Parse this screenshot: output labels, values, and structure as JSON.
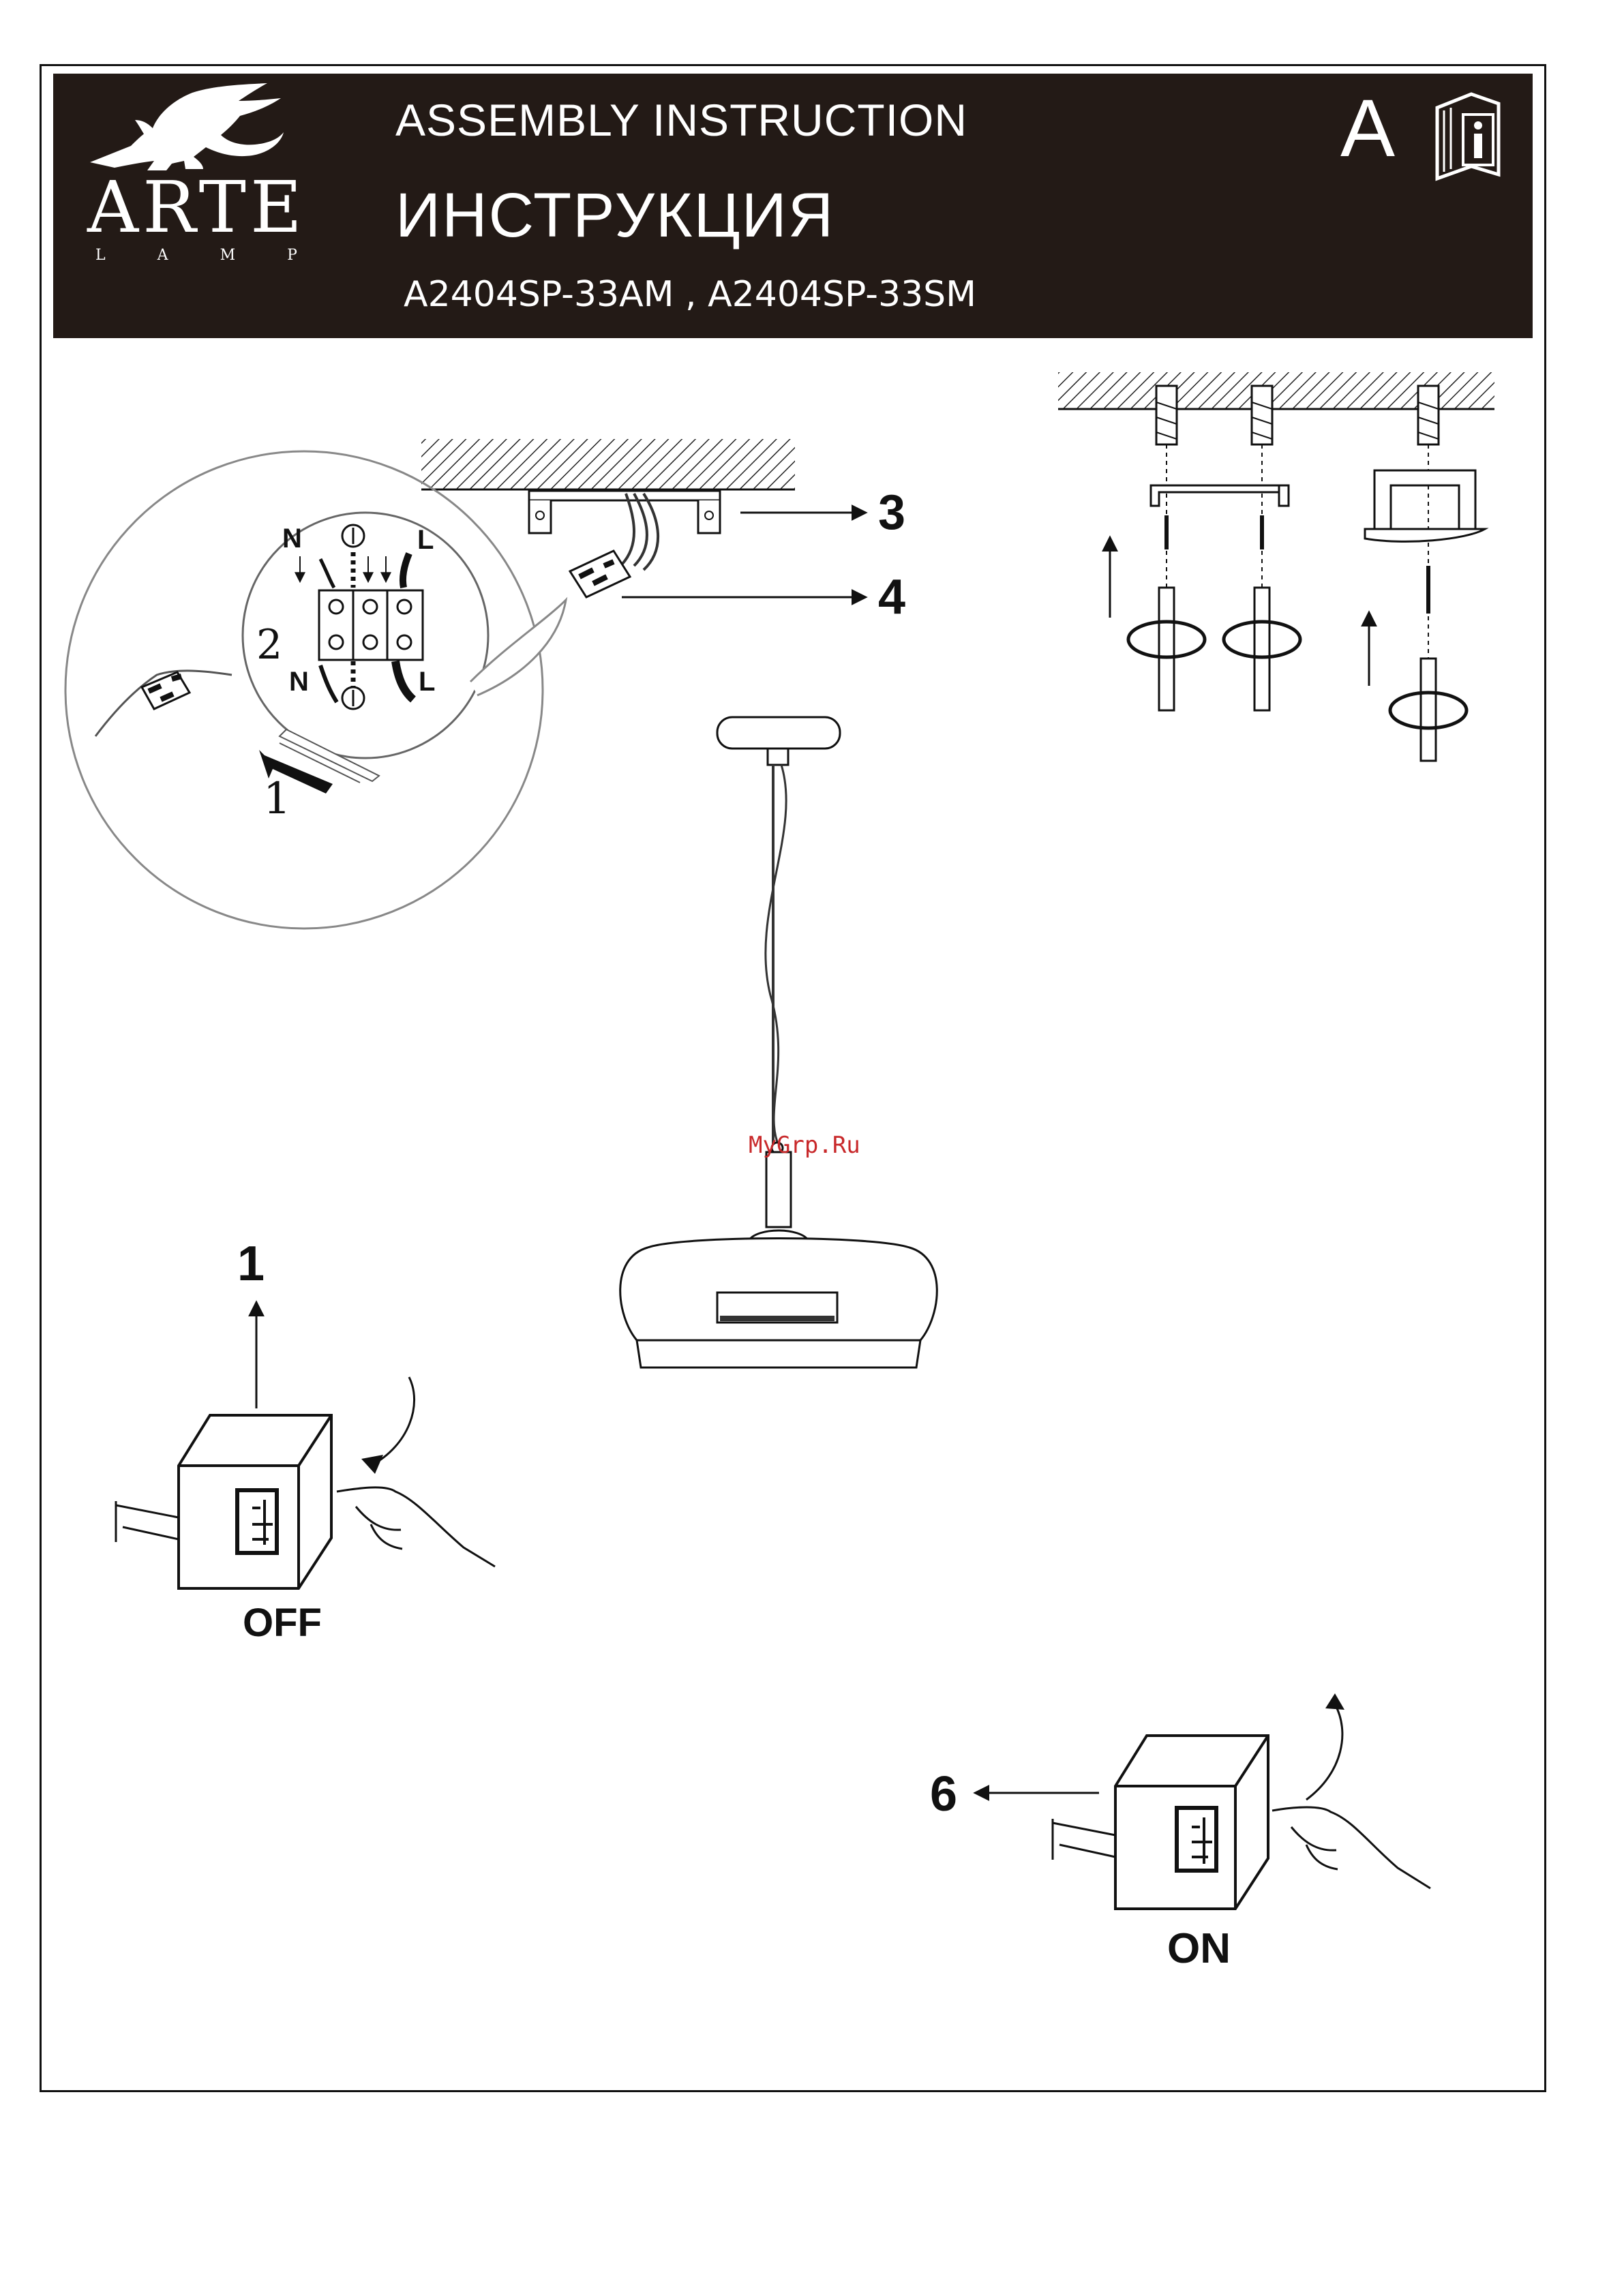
{
  "header": {
    "brand": "ARTE",
    "brand_sub": [
      "L",
      "A",
      "M",
      "P"
    ],
    "title_en": "ASSEMBLY INSTRUCTION",
    "title_ru": "ИНСТРУКЦИЯ",
    "models": "A2404SP-33AM , A2404SP-33SM",
    "badge_letter": "A"
  },
  "wiring": {
    "step_cable": "1",
    "step_terminal": "2",
    "terminal_top_n": "N",
    "terminal_top_l": "L",
    "terminal_bottom_n": "N",
    "terminal_bottom_l": "L"
  },
  "steps": {
    "mount_plate": "3",
    "connector": "4",
    "power_off_step": "1",
    "power_off_label": "OFF",
    "power_on_step": "6",
    "power_on_label": "ON"
  },
  "watermark": "MyGrp.Ru"
}
